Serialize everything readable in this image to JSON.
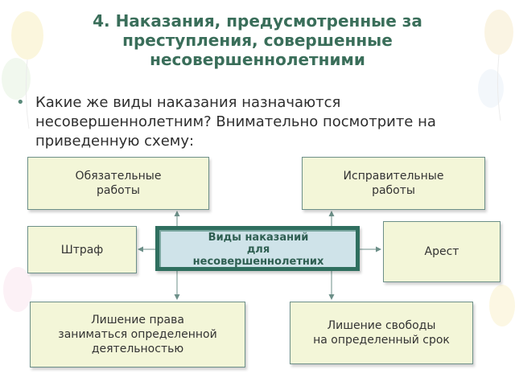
{
  "title": "4. Наказания, предусмотренные за преступления, совершенные несовершеннолетними",
  "bullet": "Какие же виды наказания назначаются несовершеннолетним? Внимательно посмотрите на приведенную схему:",
  "diagram": {
    "center": "Виды наказаний\nдля\nнесовершеннолетних",
    "boxes": {
      "mandatory_work": "Обязательные\nработы",
      "correctional_work": "Исправительные\nработы",
      "fine": "Штраф",
      "arrest": "Арест",
      "deprivation_of_right": "Лишение права\nзаниматься определенной\nдеятельностью",
      "imprisonment": "Лишение свободы\nна определенный срок"
    }
  },
  "colors": {
    "title": "#3a6e5a",
    "box_fill": "#f3f6d8",
    "box_border": "#6c8f88",
    "center_frame": "#2f6f5f",
    "center_fill": "#cfe3e9"
  }
}
